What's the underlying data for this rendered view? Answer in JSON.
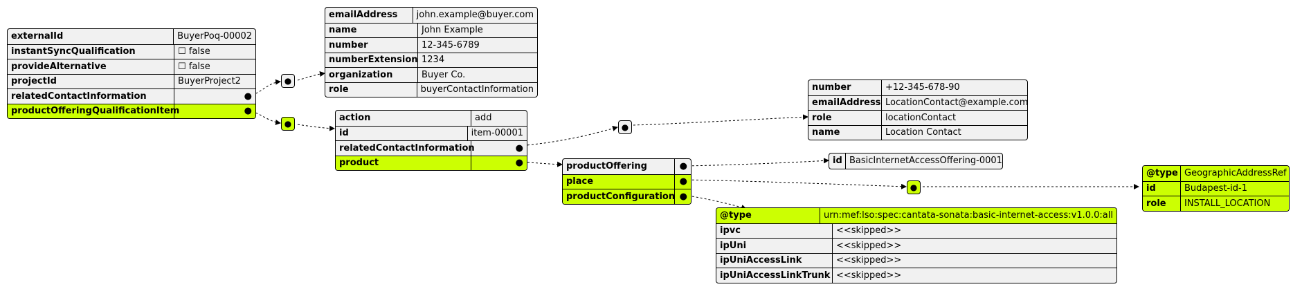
{
  "root": {
    "rows": [
      {
        "key": "externalId",
        "value": "BuyerPoq-00002"
      },
      {
        "key": "instantSyncQualification",
        "value": "☐ false"
      },
      {
        "key": "provideAlternative",
        "value": "☐ false"
      },
      {
        "key": "projectId",
        "value": "BuyerProject2"
      },
      {
        "key": "relatedContactInformation",
        "value": "●"
      },
      {
        "key": "productOfferingQualificationItem",
        "value": "●"
      }
    ]
  },
  "contact": {
    "rows": [
      {
        "key": "emailAddress",
        "value": "john.example@buyer.com"
      },
      {
        "key": "name",
        "value": "John Example"
      },
      {
        "key": "number",
        "value": "12-345-6789"
      },
      {
        "key": "numberExtension",
        "value": "1234"
      },
      {
        "key": "organization",
        "value": "Buyer Co."
      },
      {
        "key": "role",
        "value": "buyerContactInformation"
      }
    ]
  },
  "item": {
    "rows": [
      {
        "key": "action",
        "value": "add"
      },
      {
        "key": "id",
        "value": "item-00001"
      },
      {
        "key": "relatedContactInformation",
        "value": "●"
      },
      {
        "key": "product",
        "value": "●"
      }
    ]
  },
  "location_contact": {
    "rows": [
      {
        "key": "number",
        "value": "+12-345-678-90"
      },
      {
        "key": "emailAddress",
        "value": "LocationContact@example.com"
      },
      {
        "key": "role",
        "value": "locationContact"
      },
      {
        "key": "name",
        "value": "Location Contact"
      }
    ]
  },
  "product": {
    "rows": [
      {
        "key": "productOffering",
        "value": "●"
      },
      {
        "key": "place",
        "value": "●"
      },
      {
        "key": "productConfiguration",
        "value": "●"
      }
    ]
  },
  "offering": {
    "rows": [
      {
        "key": "id",
        "value": "BasicInternetAccessOffering-0001"
      }
    ]
  },
  "config": {
    "rows": [
      {
        "key": "@type",
        "value": "urn:mef:lso:spec:cantata-sonata:basic-internet-access:v1.0.0:all"
      },
      {
        "key": "ipvc",
        "value": "<<skipped>>"
      },
      {
        "key": "ipUni",
        "value": "<<skipped>>"
      },
      {
        "key": "ipUniAccessLink",
        "value": "<<skipped>>"
      },
      {
        "key": "ipUniAccessLinkTrunk",
        "value": "<<skipped>>"
      }
    ]
  },
  "address": {
    "rows": [
      {
        "key": "@type",
        "value": "GeographicAddressRef"
      },
      {
        "key": "id",
        "value": "Budapest-id-1"
      },
      {
        "key": "role",
        "value": "INSTALL_LOCATION"
      }
    ]
  },
  "nodes": {
    "dot": "●"
  },
  "colors": {
    "highlight": "#ccff02",
    "box": "#f1f1f1",
    "border": "#000000"
  }
}
